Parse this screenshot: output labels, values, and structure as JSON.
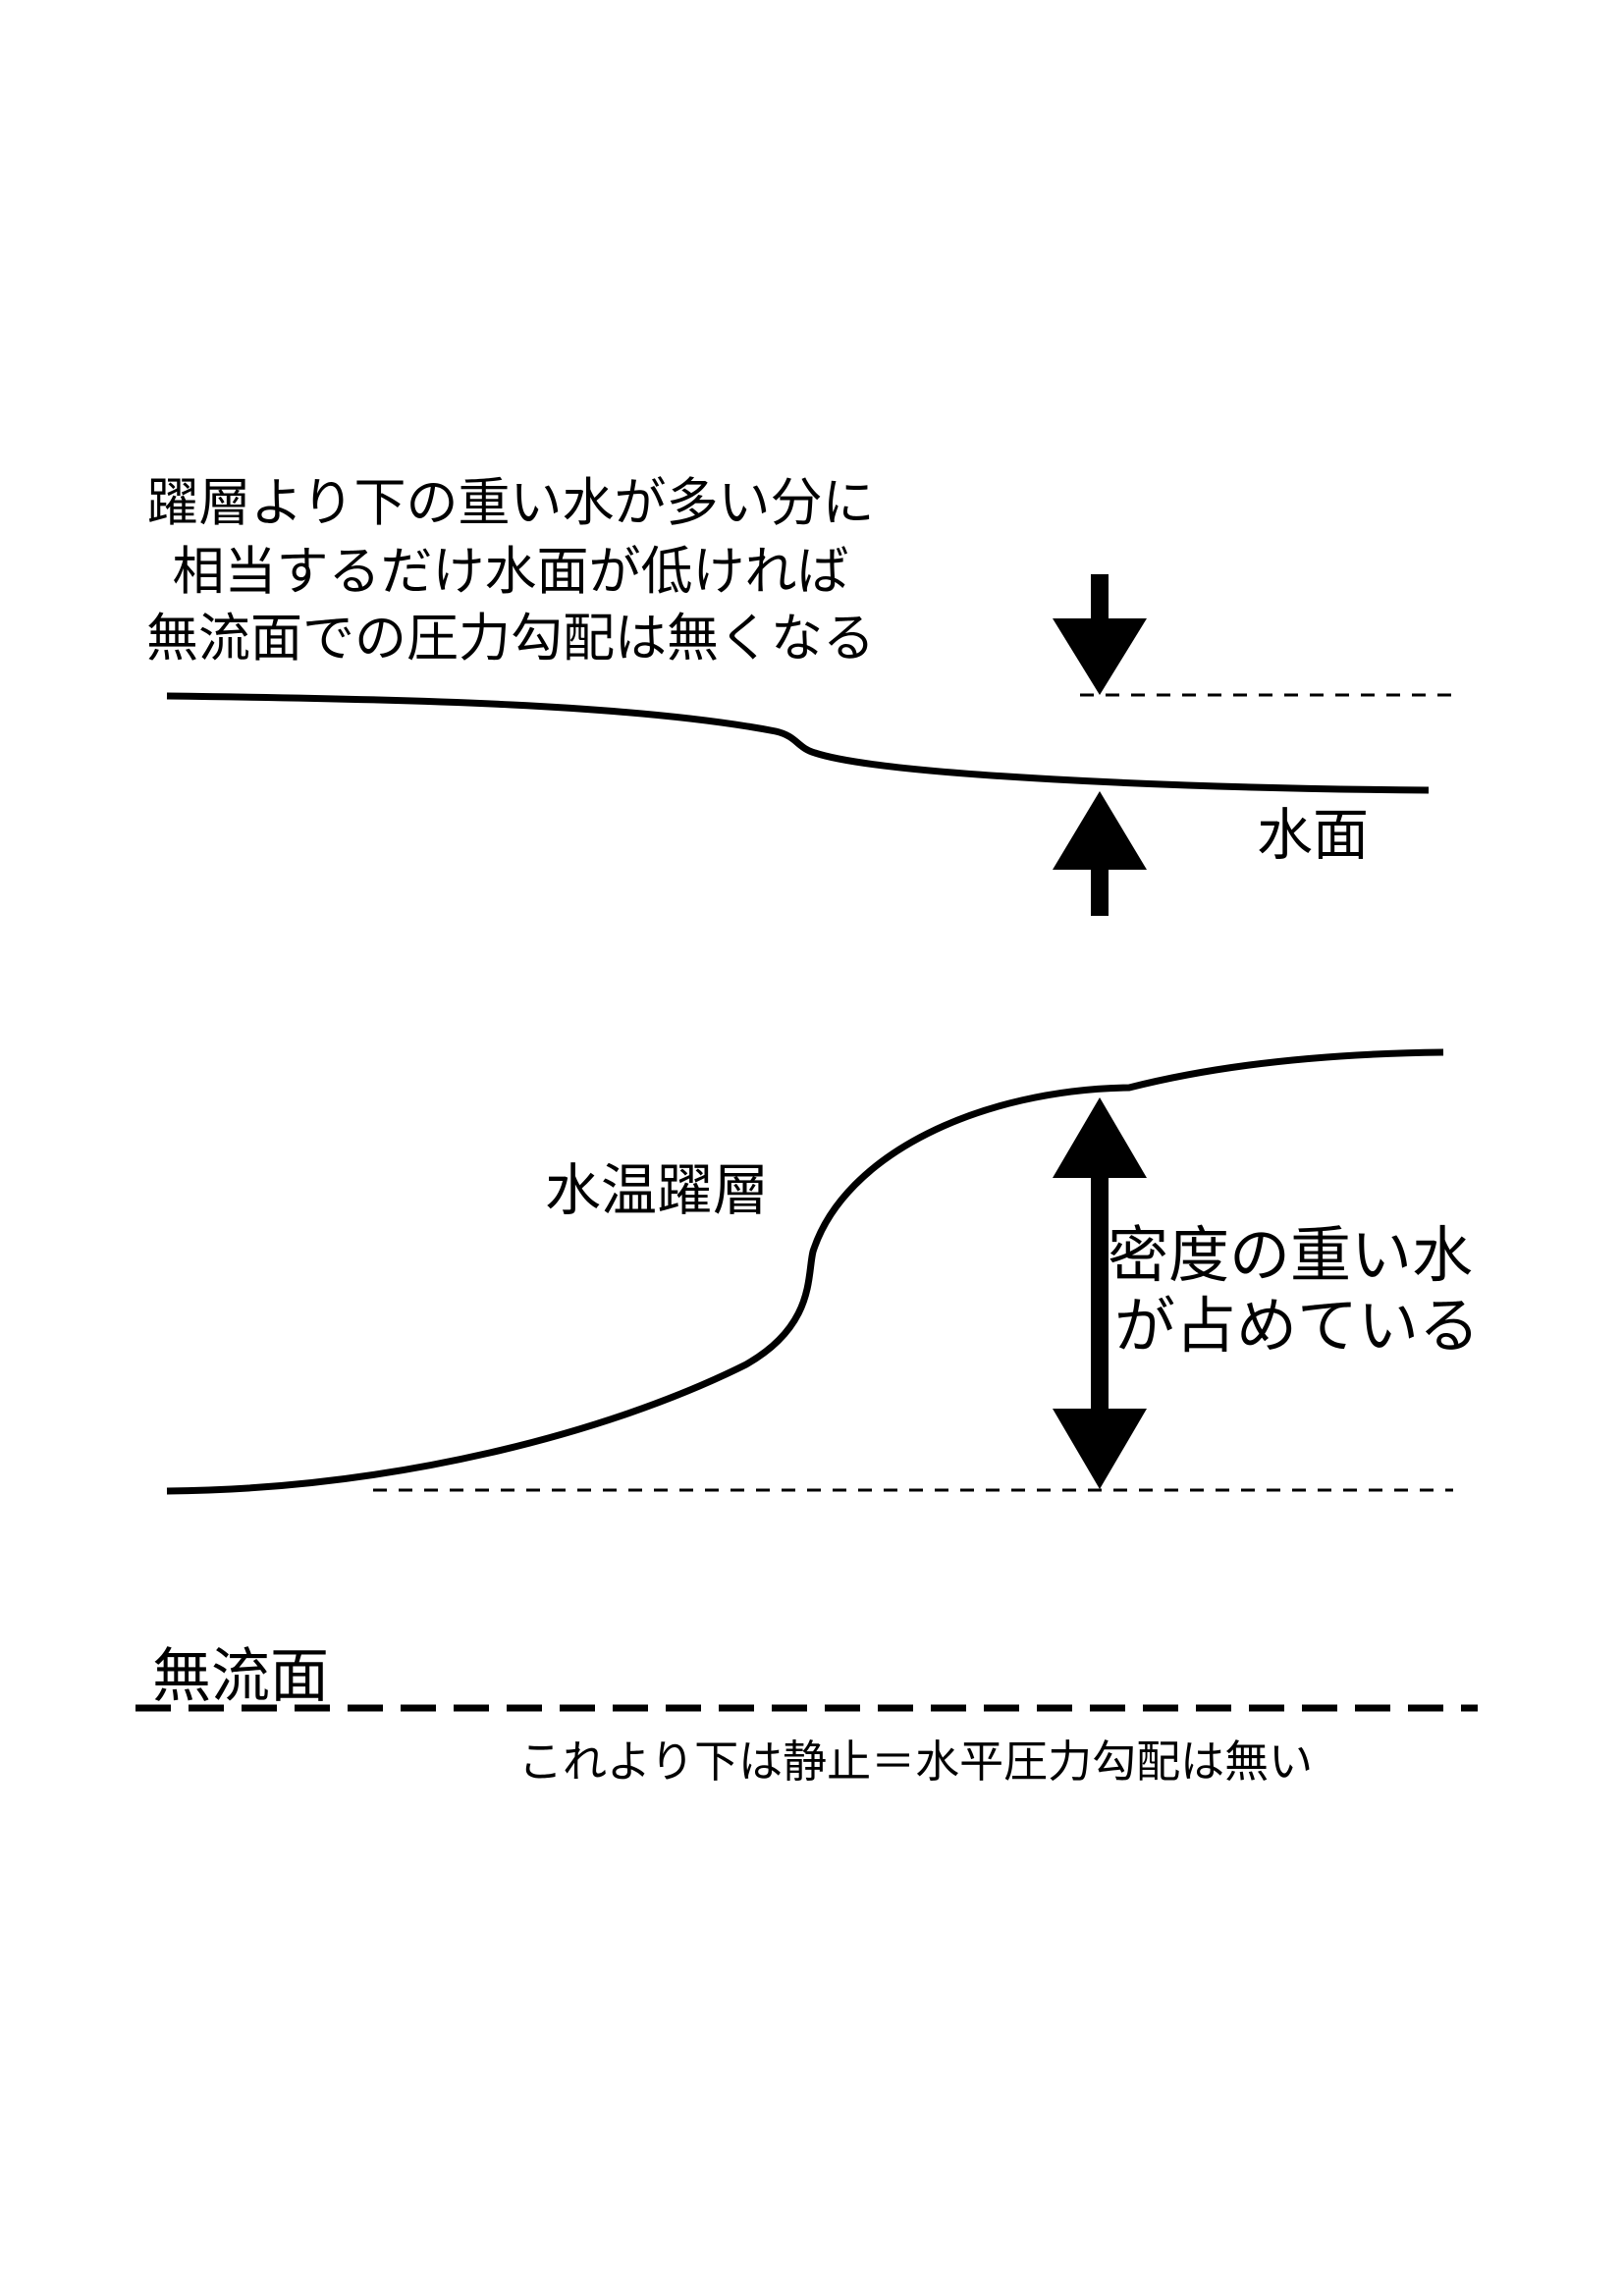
{
  "top_note": {
    "lines": [
      "躍層より下の重い水が多い分に",
      "相当するだけ水面が低ければ",
      "無流面での圧力勾配は無くなる"
    ]
  },
  "labels": {
    "water_surface": "水面",
    "thermocline": "水温躍層",
    "dense_water": [
      "密度の重い水",
      "が占めている"
    ],
    "no_flow_surface": "無流面",
    "below_note": "これより下は静止＝水平圧力勾配は無い"
  },
  "colors": {
    "ink": "#000000",
    "background": "#ffffff"
  }
}
